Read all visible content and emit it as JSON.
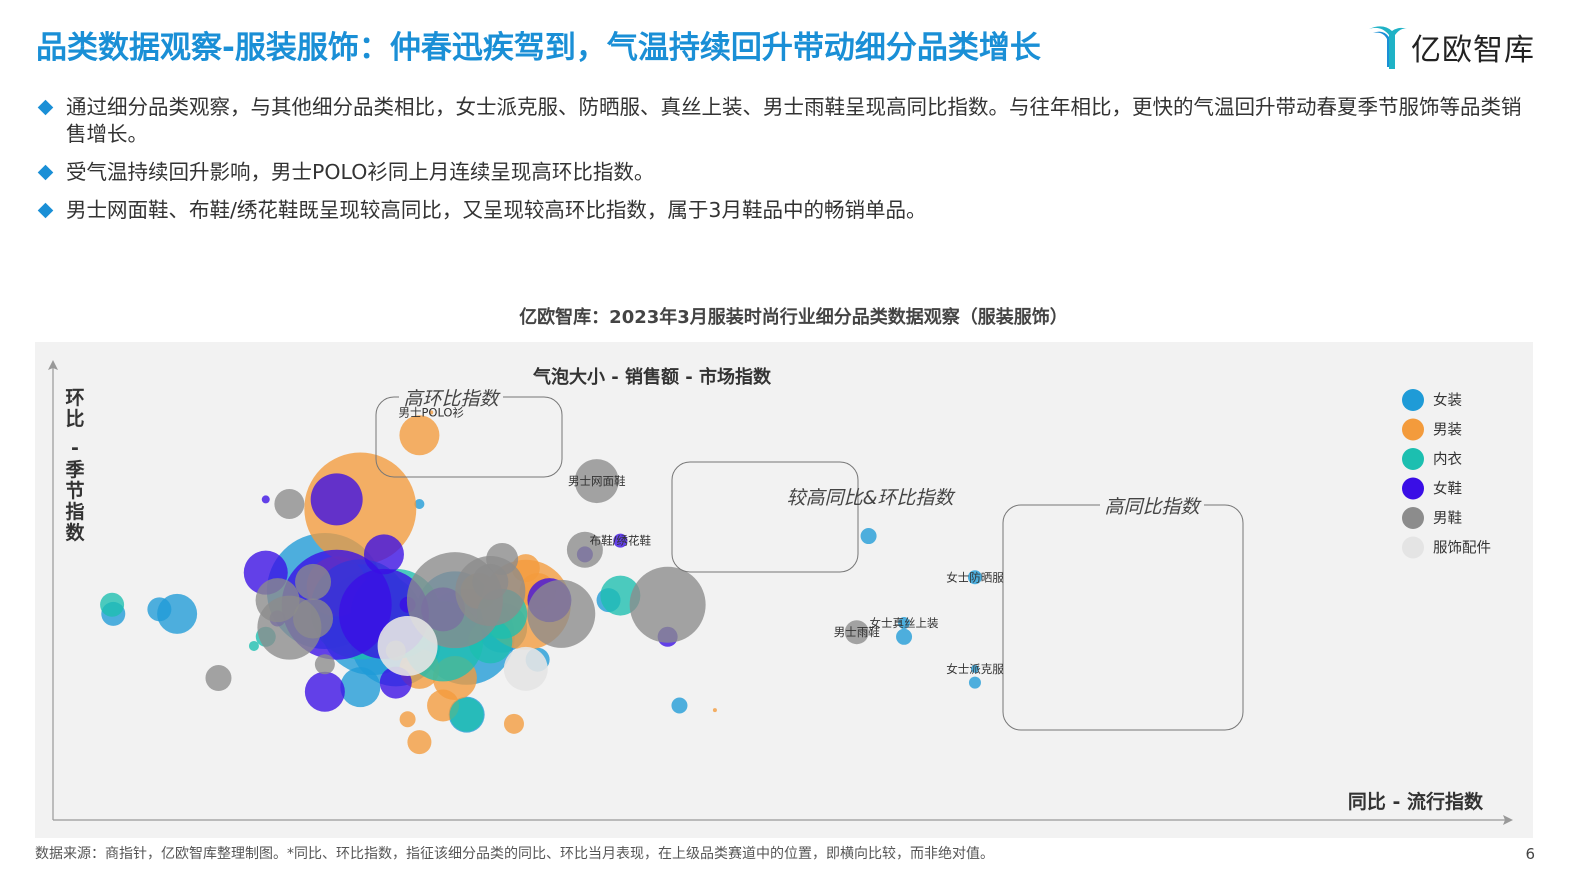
{
  "page": {
    "title": "品类数据观察-服装服饰：仲春迅疾驾到，气温持续回升带动细分品类增长",
    "logo_text": "亿欧智库",
    "bullets": [
      "通过细分品类观察，与其他细分品类相比，女士派克服、防晒服、真丝上装、男士雨鞋呈现高同比指数。与往年相比，更快的气温回升带动春夏季节服饰等品类销售增长。",
      "受气温持续回升影响，男士POLO衫同上月连续呈现高环比指数。",
      "男士网面鞋、布鞋/绣花鞋既呈现较高同比，又呈现较高环比指数，属于3月鞋品中的畅销单品。"
    ],
    "footer": "数据来源：商指针，亿欧智库整理制图。*同比、环比指数，指征该细分品类的同比、环比当月表现，在上级品类赛道中的位置，即横向比较，而非绝对值。",
    "page_number": "6"
  },
  "chart_data": {
    "type": "scatter",
    "title": "亿欧智库：2023年3月服装时尚行业细分品类数据观察（服装服饰）",
    "subtitle": "气泡大小 - 销售额 - 市场指数",
    "xlabel": "同比 - 流行指数",
    "ylabel": "环比 - 季节指数",
    "xlim": [
      0,
      100
    ],
    "ylim": [
      0,
      100
    ],
    "grid": false,
    "legend_position": "right-top",
    "series": [
      {
        "name": "女装",
        "color": "#1f9bd7"
      },
      {
        "name": "男装",
        "color": "#f39b3c"
      },
      {
        "name": "内衣",
        "color": "#1cbfb0"
      },
      {
        "name": "女鞋",
        "color": "#3a0ee6"
      },
      {
        "name": "男鞋",
        "color": "#8c8c8c"
      },
      {
        "name": "服饰配件",
        "color": "#e4e4e4"
      }
    ],
    "points": [
      {
        "s": 0,
        "x": 5.1,
        "y": 45,
        "r": 12
      },
      {
        "s": 0,
        "x": 10.5,
        "y": 45,
        "r": 20
      },
      {
        "s": 0,
        "x": 9,
        "y": 46,
        "r": 12
      },
      {
        "s": 0,
        "x": 23,
        "y": 50,
        "r": 58
      },
      {
        "s": 0,
        "x": 27,
        "y": 43,
        "r": 52
      },
      {
        "s": 0,
        "x": 29,
        "y": 39,
        "r": 45
      },
      {
        "s": 0,
        "x": 34,
        "y": 46,
        "r": 38
      },
      {
        "s": 0,
        "x": 26,
        "y": 29,
        "r": 20
      },
      {
        "s": 0,
        "x": 35,
        "y": 40,
        "r": 48
      },
      {
        "s": 0,
        "x": 38,
        "y": 42,
        "r": 25
      },
      {
        "s": 0,
        "x": 41,
        "y": 35,
        "r": 12
      },
      {
        "s": 0,
        "x": 47,
        "y": 48,
        "r": 12
      },
      {
        "s": 0,
        "x": 53,
        "y": 25,
        "r": 8
      },
      {
        "s": 0,
        "x": 31,
        "y": 69,
        "r": 5
      },
      {
        "s": 0,
        "x": 35,
        "y": 23,
        "r": 18
      },
      {
        "s": 0,
        "x": 69,
        "y": 62,
        "r": 8
      },
      {
        "s": 0,
        "x": 72,
        "y": 40,
        "r": 8
      },
      {
        "s": 0,
        "x": 78,
        "y": 30,
        "r": 6
      },
      {
        "s": 1,
        "x": 26,
        "y": 68,
        "r": 56
      },
      {
        "s": 1,
        "x": 24,
        "y": 51,
        "r": 30
      },
      {
        "s": 1,
        "x": 40,
        "y": 47,
        "r": 45
      },
      {
        "s": 1,
        "x": 33,
        "y": 25,
        "r": 16
      },
      {
        "s": 1,
        "x": 31,
        "y": 33,
        "r": 20
      },
      {
        "s": 1,
        "x": 34,
        "y": 31,
        "r": 22
      },
      {
        "s": 1,
        "x": 30,
        "y": 22,
        "r": 8
      },
      {
        "s": 1,
        "x": 39,
        "y": 21,
        "r": 10
      },
      {
        "s": 1,
        "x": 31,
        "y": 17,
        "r": 12
      },
      {
        "s": 1,
        "x": 36,
        "y": 50,
        "r": 18
      },
      {
        "s": 1,
        "x": 41,
        "y": 50,
        "r": 18
      },
      {
        "s": 1,
        "x": 40,
        "y": 55,
        "r": 14
      },
      {
        "s": 1,
        "x": 56,
        "y": 24,
        "r": 2
      },
      {
        "s": 1,
        "x": 31,
        "y": 84,
        "r": 20
      },
      {
        "s": 2,
        "x": 5,
        "y": 47,
        "r": 12
      },
      {
        "s": 2,
        "x": 26,
        "y": 46,
        "r": 50
      },
      {
        "s": 2,
        "x": 29,
        "y": 45,
        "r": 45
      },
      {
        "s": 2,
        "x": 33,
        "y": 39,
        "r": 40
      },
      {
        "s": 2,
        "x": 38,
        "y": 45,
        "r": 25
      },
      {
        "s": 2,
        "x": 35,
        "y": 23,
        "r": 17
      },
      {
        "s": 2,
        "x": 48,
        "y": 49,
        "r": 20
      },
      {
        "s": 2,
        "x": 18,
        "y": 40,
        "r": 10
      },
      {
        "s": 2,
        "x": 37,
        "y": 39,
        "r": 22
      },
      {
        "s": 2,
        "x": 17,
        "y": 38,
        "r": 5
      },
      {
        "s": 3,
        "x": 18,
        "y": 54,
        "r": 22
      },
      {
        "s": 3,
        "x": 24,
        "y": 47,
        "r": 55
      },
      {
        "s": 3,
        "x": 28,
        "y": 45,
        "r": 45
      },
      {
        "s": 3,
        "x": 24,
        "y": 70,
        "r": 26
      },
      {
        "s": 3,
        "x": 28,
        "y": 58,
        "r": 20
      },
      {
        "s": 3,
        "x": 23,
        "y": 28,
        "r": 20
      },
      {
        "s": 3,
        "x": 29,
        "y": 30,
        "r": 16
      },
      {
        "s": 3,
        "x": 33,
        "y": 46,
        "r": 22
      },
      {
        "s": 3,
        "x": 42,
        "y": 48,
        "r": 22
      },
      {
        "s": 3,
        "x": 52,
        "y": 40,
        "r": 10
      },
      {
        "s": 3,
        "x": 30,
        "y": 47,
        "r": 8
      },
      {
        "s": 3,
        "x": 19,
        "y": 44,
        "r": 8
      },
      {
        "s": 3,
        "x": 18,
        "y": 70,
        "r": 4
      },
      {
        "s": 3,
        "x": 45,
        "y": 58,
        "r": 8
      },
      {
        "s": 4,
        "x": 20,
        "y": 69,
        "r": 15
      },
      {
        "s": 4,
        "x": 19,
        "y": 48,
        "r": 22
      },
      {
        "s": 4,
        "x": 20,
        "y": 42,
        "r": 32
      },
      {
        "s": 4,
        "x": 22,
        "y": 44,
        "r": 20
      },
      {
        "s": 4,
        "x": 22,
        "y": 52,
        "r": 18
      },
      {
        "s": 4,
        "x": 14,
        "y": 31,
        "r": 13
      },
      {
        "s": 4,
        "x": 34,
        "y": 48,
        "r": 48
      },
      {
        "s": 4,
        "x": 37,
        "y": 50,
        "r": 35
      },
      {
        "s": 4,
        "x": 37,
        "y": 52,
        "r": 18
      },
      {
        "s": 4,
        "x": 38,
        "y": 57,
        "r": 16
      },
      {
        "s": 4,
        "x": 43,
        "y": 45,
        "r": 34
      },
      {
        "s": 4,
        "x": 45,
        "y": 59,
        "r": 18
      },
      {
        "s": 4,
        "x": 52,
        "y": 47,
        "r": 38
      },
      {
        "s": 4,
        "x": 29,
        "y": 37,
        "r": 10
      },
      {
        "s": 4,
        "x": 46,
        "y": 74,
        "label": "男士网面鞋",
        "r": 22
      },
      {
        "s": 4,
        "x": 68,
        "y": 41,
        "label": "男士雨鞋",
        "r": 12
      },
      {
        "s": 4,
        "x": 23,
        "y": 34,
        "r": 10
      },
      {
        "s": 5,
        "x": 40,
        "y": 33,
        "r": 22
      },
      {
        "s": 5,
        "x": 30,
        "y": 38,
        "r": 30
      },
      {
        "s": 1,
        "x": 32,
        "y": 89,
        "label": "男士POLO衫",
        "r": 2
      },
      {
        "s": 3,
        "x": 48,
        "y": 61,
        "label": "布鞋/绣花鞋",
        "r": 7
      },
      {
        "s": 0,
        "x": 78,
        "y": 53,
        "label": "女士防晒服",
        "r": 7
      },
      {
        "s": 0,
        "x": 72,
        "y": 43,
        "label": "女士真丝上装",
        "r": 6
      },
      {
        "s": 0,
        "x": 78,
        "y": 33,
        "label": "女士派克服",
        "r": 4
      }
    ],
    "annotations": [
      {
        "label": "高环比指数"
      },
      {
        "label": "较高同比&环比指数"
      },
      {
        "label": "高同比指数"
      }
    ]
  }
}
